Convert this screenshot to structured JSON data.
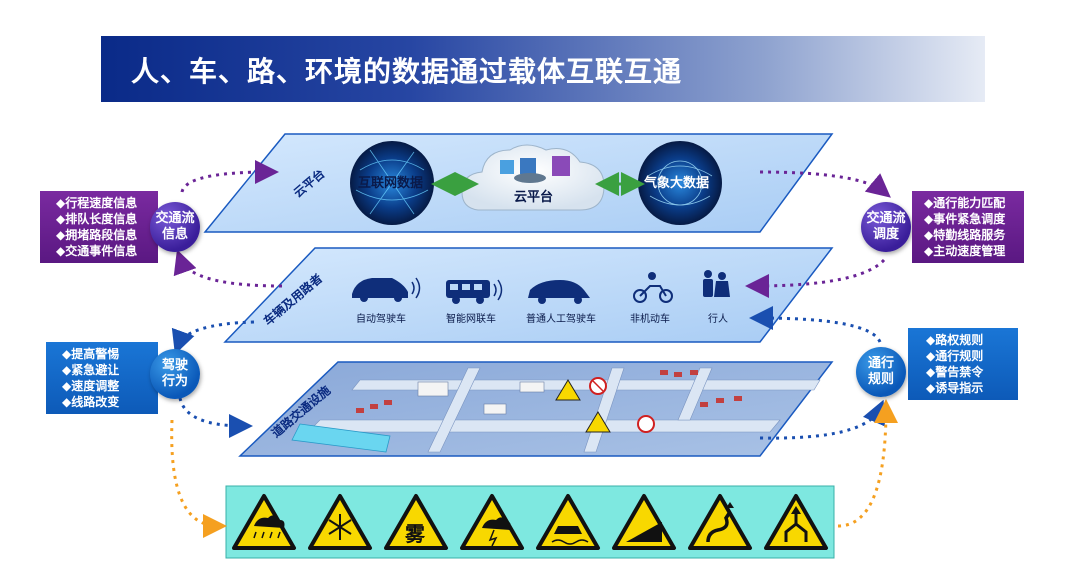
{
  "title": "人、车、路、环境的数据通过载体互联互通",
  "layers": {
    "cloud": {
      "label": "云平台",
      "items": [
        "互联网数据",
        "云平台",
        "气象大数据"
      ]
    },
    "users": {
      "label": "车辆及用路者",
      "items": [
        "自动驾驶车",
        "智能网联车",
        "普通人工驾驶车",
        "非机动车",
        "行人"
      ]
    },
    "road": {
      "label": "道路交通设施"
    }
  },
  "left_top": {
    "badge": [
      "交通流",
      "信息"
    ],
    "list": [
      "◆行程速度信息",
      "◆排队长度信息",
      "◆拥堵路段信息",
      "◆交通事件信息"
    ]
  },
  "left_bottom": {
    "badge": [
      "驾驶",
      "行为"
    ],
    "list": [
      "◆提高警惕",
      "◆紧急避让",
      "◆速度调整",
      "◆线路改变"
    ]
  },
  "right_top": {
    "badge": [
      "交通流",
      "调度"
    ],
    "list": [
      "◆通行能力匹配",
      "◆事件紧急调度",
      "◆特勤线路服务",
      "◆主动速度管理"
    ]
  },
  "right_bottom": {
    "badge": [
      "通行",
      "规则"
    ],
    "list": [
      "◆路权规则",
      "◆通行规则",
      "◆警告禁令",
      "◆诱导指示"
    ]
  },
  "signs": [
    "rain-warning",
    "ice-warning",
    "fog-warning",
    "thunder-warning",
    "slippery-warning",
    "steep-slope-warning",
    "winding-road-warning",
    "merge-warning"
  ],
  "sign_texts": {
    "fog": "雾"
  },
  "colors": {
    "banner_dark": "#0a2a88",
    "purple": "#6a2496",
    "blue": "#1a6fd0",
    "orange": "#f5a020",
    "layer_fill": "#bcd8f8",
    "layer_stroke": "#1a5ac0",
    "sign_strip": "#7ee8e0",
    "sign_yellow": "#f8d800"
  }
}
